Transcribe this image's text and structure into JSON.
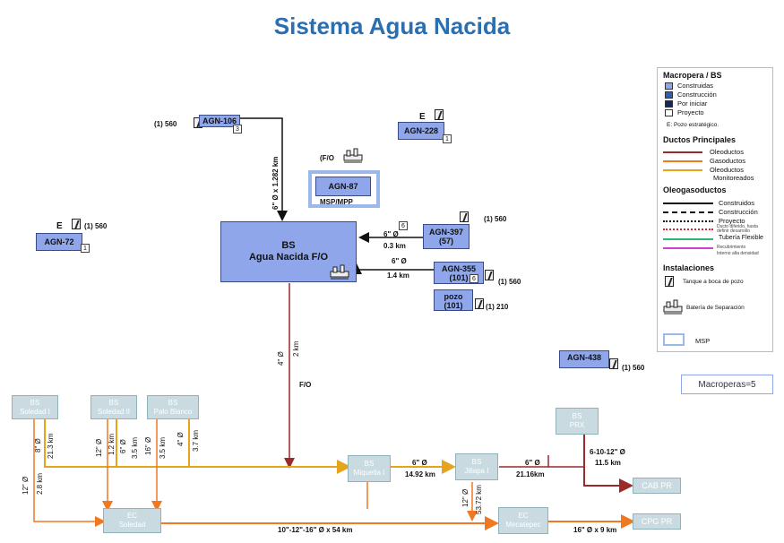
{
  "title": "Sistema Agua Nacida",
  "legend": {
    "macro_title": "Macropera / BS",
    "macro_items": [
      "Construidas",
      "Construcción",
      "Por iniciar",
      "Proyecto"
    ],
    "macro_colors": [
      "#8fa6ea",
      "#2f5fb3",
      "#10285e",
      "#ffffff"
    ],
    "pozo_note": "E: Pozo estratégico.",
    "ductos_title": "Ductos Principales",
    "ductos": [
      "Oleoductos",
      "Gasoductos",
      "Oleoductos",
      "Monitoreados"
    ],
    "ducto_colors": [
      "#9b2a2a",
      "#f07820",
      "#e6a31c"
    ],
    "oleo_title": "Oleogasoductos",
    "oleo_items": [
      "Construidos",
      "Construcción",
      "Proyecto"
    ],
    "oleo_small": [
      "Ducto diferido, hasta definir desarrollo",
      "Tubería Flexible",
      "Recubrimiento",
      "Interno alta densidad"
    ],
    "inst_title": "Instalaciones",
    "inst_items": [
      "Tanque a boca de pozo",
      "Batería de Separación",
      "MSP"
    ]
  },
  "macroperas_count": "Macroperas=5",
  "wells": {
    "agn106": {
      "name": "AGN-106",
      "num": "3",
      "prod": "(1) 560"
    },
    "agn228": {
      "name": "AGN-228",
      "num": "1",
      "e": "E"
    },
    "agn72": {
      "name": "AGN-72",
      "num": "1",
      "e": "E",
      "prod": "(1) 560"
    },
    "agn397": {
      "name": "AGN-397",
      "sub": "(57)",
      "num": "6",
      "prod": "(1) 560"
    },
    "agn355": {
      "name": "AGN-355",
      "sub": "(101)",
      "num": "6",
      "prod": "(1) 560"
    },
    "pozo": {
      "name": "pozo",
      "sub": "(101)",
      "prod": "(1) 210"
    },
    "agn438": {
      "name": "AGN-438",
      "prod": "(1) 560"
    },
    "agn87": {
      "name": "AGN-87",
      "sub": "MSP/MPP",
      "fo": "(F/O"
    }
  },
  "bs_main": {
    "line1": "BS",
    "line2": "Agua Nacida  F/O"
  },
  "pipes": {
    "p106": "6\" Ø x 1.282 km",
    "p397a": "6\" Ø",
    "p397b": "0.3 km",
    "p355a": "6\" Ø",
    "p355b": "1.4 km",
    "main_down_a": "4\" Ø",
    "main_down_b": "2 km",
    "fo": "F/O",
    "s1a": "8\" Ø",
    "s1b": "21.3 km",
    "s2a": "12\" Ø",
    "s2b": "1.2 km",
    "s3a": "6\" Ø",
    "s3b": "3.5 km",
    "s4a": "16\" Ø",
    "s4b": "3.5 km",
    "s5a": "4\" Ø",
    "s5b": "3.7 km",
    "s6a": "12\" Ø",
    "s6b": "2.8 km",
    "mq_a": "6\" Ø",
    "mq_b": "14.92 km",
    "jl_a": "6\" Ø",
    "jl_b": "21.16km",
    "jl_down_a": "12\" Ø",
    "jl_down_b": "53.72 km",
    "prx_a": "6-10-12\" Ø",
    "prx_b": "11.5 km",
    "soledad_long": "10\"-12\"-16\" Ø x 54 km",
    "mecatepec_cpg": "16\" Ø x  9 km"
  },
  "stations": {
    "bs_soledad1": "BS\nSoledad I",
    "bs_soledad2": "BS\nSoledad II",
    "bs_palo": "BS\nPalo Blanco",
    "bs_miquetla": "BS\nMiquetla I",
    "bs_jiliapa": "BS\nJiliapa I",
    "bs_prx": "BS\nPRX",
    "ec_soledad": "EC\nSoledad",
    "ec_mecatepec": "EC\nMecatepec",
    "cab_pr": "CAB PR",
    "cpg_pr": "CPG PR"
  }
}
